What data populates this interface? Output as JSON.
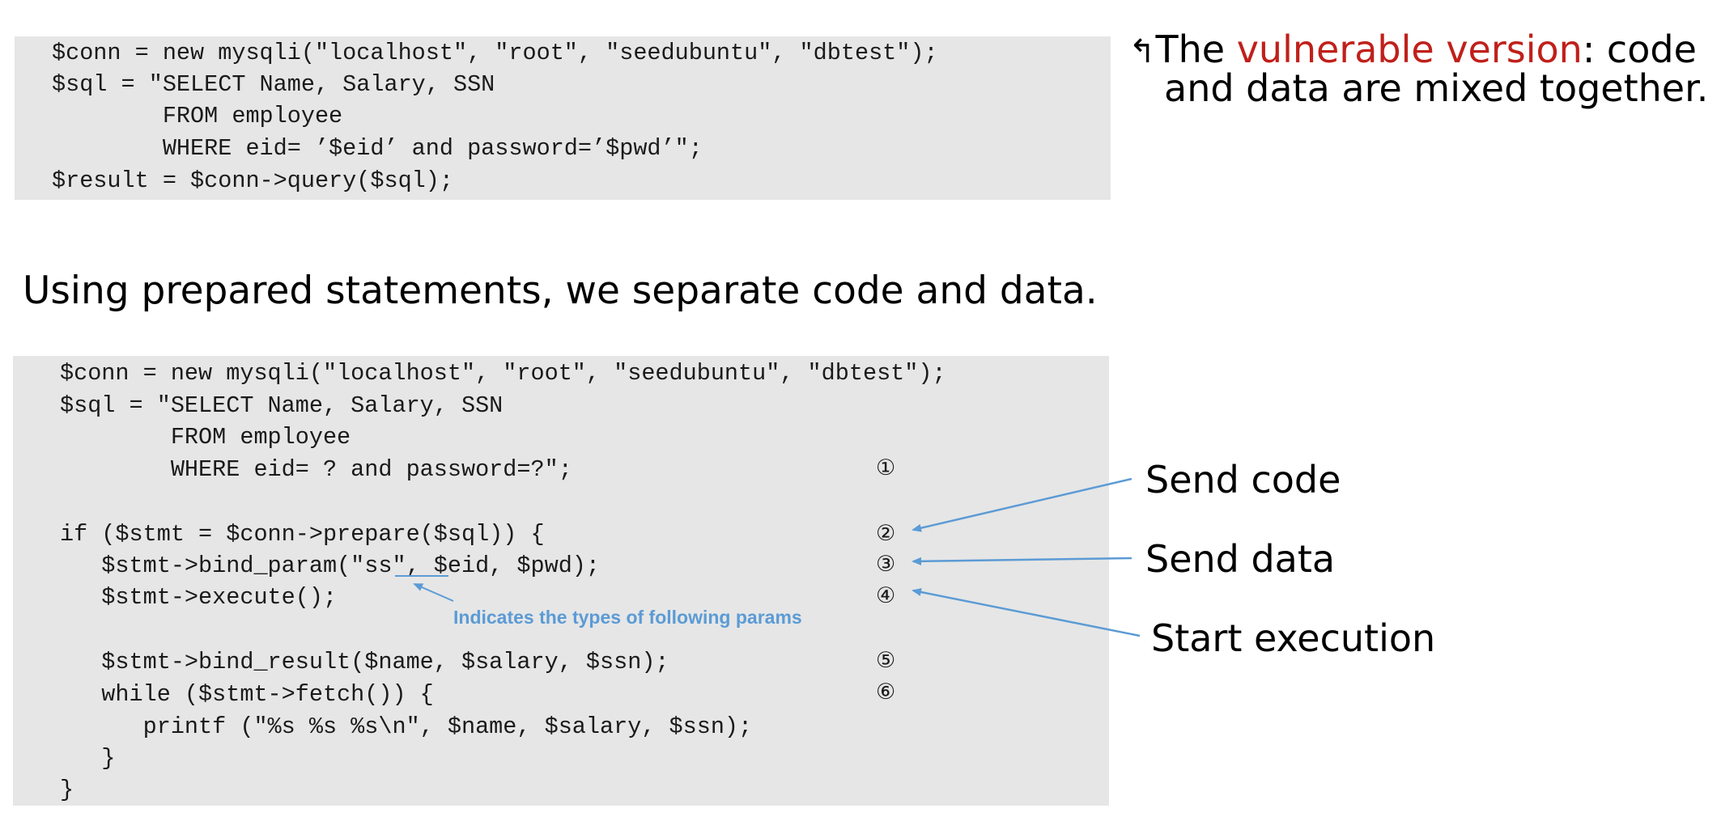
{
  "vulnerable_code": {
    "lines": [
      "$conn = new mysqli(\"localhost\", \"root\", \"seedubuntu\", \"dbtest\");",
      "$sql = \"SELECT Name, Salary, SSN",
      "        FROM employee",
      "        WHERE eid= ’$eid’ and password=’$pwd’\";",
      "$result = $conn->query($sql);"
    ]
  },
  "vulnerable_note": {
    "arrow_glyph": "↰",
    "prefix": "The ",
    "highlight": "vulnerable version",
    "suffix": ": code",
    "line2": "and data are mixed together.",
    "highlight_color": "#c0201a"
  },
  "heading": "Using prepared statements, we separate code and data.",
  "prepared_code": {
    "lines": [
      "$conn = new mysqli(\"localhost\", \"root\", \"seedubuntu\", \"dbtest\");",
      "$sql = \"SELECT Name, Salary, SSN",
      "        FROM employee",
      "        WHERE eid= ? and password=?\";",
      "",
      "if ($stmt = $conn->prepare($sql)) {",
      "   $stmt->bind_param(\"ss\", $eid, $pwd);",
      "   $stmt->execute();",
      "",
      "   $stmt->bind_result($name, $salary, $ssn);",
      "   while ($stmt->fetch()) {",
      "      printf (\"%s %s %s\\n\", $name, $salary, $ssn);",
      "   }",
      "}"
    ],
    "markers": [
      "①",
      "②",
      "③",
      "④",
      "⑤",
      "⑥"
    ]
  },
  "annotations": {
    "send_code": "Send code",
    "send_data": "Send data",
    "start_execution": "Start execution",
    "params_note": "Indicates the types of following params",
    "arrow_color": "#5b9bd5"
  }
}
